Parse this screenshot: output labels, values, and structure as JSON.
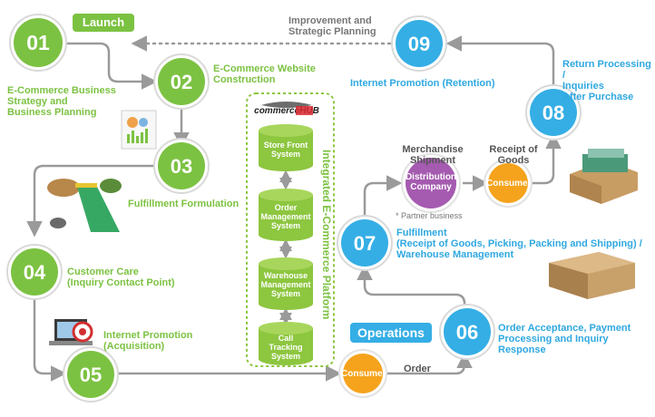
{
  "colors": {
    "green": "#7cc242",
    "blue": "#35aee5",
    "purple": "#a55bb0",
    "orange": "#f5a31c",
    "cylinder": "#8dc63f",
    "arrow": "#9a9a9a"
  },
  "badges": {
    "launch": "Launch",
    "operations": "Operations"
  },
  "steps": [
    {
      "num": "01",
      "label": "E-Commerce Business\nStrategy and\nBusiness Planning"
    },
    {
      "num": "02",
      "label": "E-Commerce Website\nConstruction"
    },
    {
      "num": "03",
      "label": "Fulfillment Formulation"
    },
    {
      "num": "04",
      "label": "Customer Care\n(Inquiry Contact Point)"
    },
    {
      "num": "05",
      "label": "Internet Promotion\n(Acquisition)"
    },
    {
      "num": "06",
      "label": "Order Acceptance, Payment\nProcessing and Inquiry Response"
    },
    {
      "num": "07",
      "label": "Fulfillment\n(Receipt of Goods, Picking, Packing and Shipping) /\nWarehouse Management"
    },
    {
      "num": "08",
      "label": "Return Processing /\nInquiries\nAfter Purchase"
    },
    {
      "num": "09",
      "label": "Internet Promotion (Retention)"
    }
  ],
  "platform": {
    "title": "Integrated E-Commerce Platform",
    "logo": "commerceHUB",
    "modules": [
      "Store Front\nSystem",
      "Order\nManagement\nSystem",
      "Warehouse\nManagement\nSystem",
      "Call\nTracking\nSystem"
    ]
  },
  "nodes": {
    "distribution": "Distribution\nCompany",
    "consumer_top": "Consumer",
    "consumer_bottom": "Consumer"
  },
  "annotations": {
    "improvement": "Improvement and\nStrategic Planning",
    "merch": "Merchandise\nShipment",
    "receipt": "Receipt of\nGoods",
    "partner": "* Partner business",
    "order": "Order"
  }
}
